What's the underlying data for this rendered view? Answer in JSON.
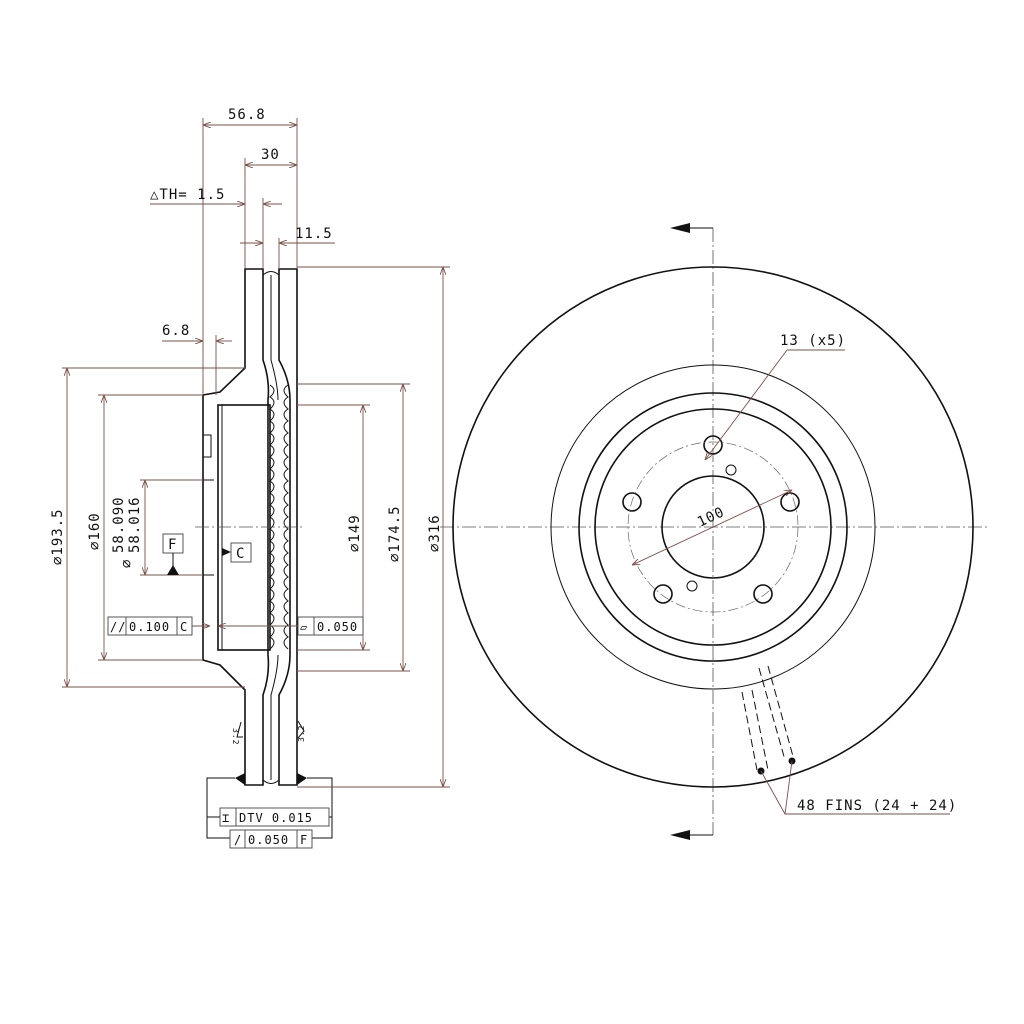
{
  "section_view": {
    "dims": {
      "overall_width": "56.8",
      "disc_thickness": "30",
      "delta_th": "△TH= 1.5",
      "vent_width": "11.5",
      "hat_offset": "6.8",
      "dia_193": "⌀193.5",
      "dia_160": "⌀160",
      "bore_max": "58.090",
      "bore_min": "58.016",
      "bore_prefix": "⌀",
      "dia_149": "⌀149",
      "dia_174": "⌀174.5",
      "dia_316": "⌀316"
    },
    "datums": {
      "f": "F",
      "c": "C"
    },
    "tolerances": {
      "parallelism": {
        "symbol": "//",
        "value": "0.100",
        "datum": "C"
      },
      "flatness": {
        "symbol": "▱",
        "value": "0.050"
      },
      "dtv": {
        "symbol": "⌶",
        "value": "DTV 0.015"
      },
      "runout": {
        "symbol": "/",
        "value": "0.050",
        "datum": "F"
      }
    },
    "roughness": {
      "left": "3.2",
      "right": "3.2"
    }
  },
  "front_view": {
    "bolt_holes": "13 (x5)",
    "pcd": "100",
    "fins": "48 FINS (24 + 24)"
  }
}
